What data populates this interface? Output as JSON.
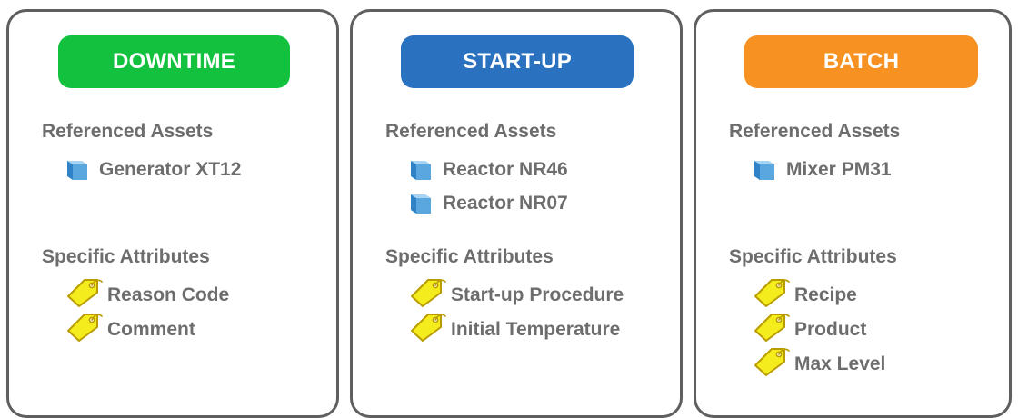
{
  "cards": [
    {
      "title": "DOWNTIME",
      "color": "#12c23f",
      "assets_heading": "Referenced Assets",
      "assets": [
        "Generator XT12"
      ],
      "attributes_heading": "Specific Attributes",
      "attributes": [
        "Reason Code",
        "Comment"
      ]
    },
    {
      "title": "START-UP",
      "color": "#2a72c0",
      "assets_heading": "Referenced Assets",
      "assets": [
        "Reactor NR46",
        "Reactor NR07"
      ],
      "attributes_heading": "Specific Attributes",
      "attributes": [
        "Start-up Procedure",
        "Initial Temperature"
      ]
    },
    {
      "title": "BATCH",
      "color": "#f79121",
      "assets_heading": "Referenced Assets",
      "assets": [
        "Mixer PM31"
      ],
      "attributes_heading": "Specific Attributes",
      "attributes": [
        "Recipe",
        "Product",
        "Max Level"
      ]
    }
  ],
  "icons": {
    "asset": "cube-icon",
    "attribute": "tag-icon"
  }
}
